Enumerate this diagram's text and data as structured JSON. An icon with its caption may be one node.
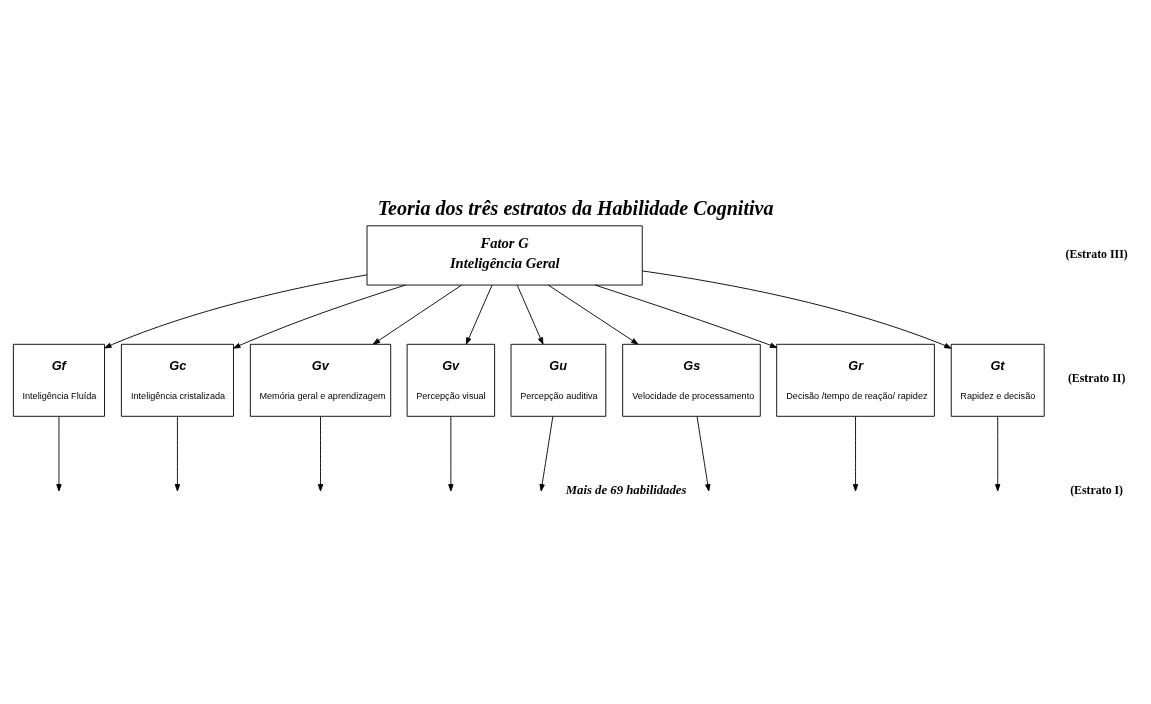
{
  "diagram": {
    "title": "Teoria dos três estratos da Habilidade Cognitiva",
    "nodes": [
      {
        "text": [
          "Fator G",
          "Inteligência Geral"
        ]
      },
      {
        "text": [
          "Gf",
          "Inteligência Fluída"
        ]
      },
      {
        "text": [
          "Gc",
          "Inteligência cristalizada"
        ]
      },
      {
        "text": [
          "Gv",
          "Memória geral e aprendizagem"
        ]
      },
      {
        "text": [
          "Gv",
          "Percepção visual"
        ]
      },
      {
        "text": [
          "Gu",
          "Percepção auditiva"
        ]
      },
      {
        "text": [
          "Gs",
          "Velocidade de processamento"
        ]
      },
      {
        "text": [
          "Gr",
          "Decisão /tempo de reação/ rapidez"
        ]
      },
      {
        "text": [
          "Gt",
          "Rapidez e decisão"
        ]
      }
    ],
    "edges": [
      {
        "from": 0,
        "to": 1,
        "arrow": "to"
      },
      {
        "from": 0,
        "to": 2,
        "arrow": "to"
      },
      {
        "from": 0,
        "to": 3,
        "arrow": "to"
      },
      {
        "from": 0,
        "to": 4,
        "arrow": "to"
      },
      {
        "from": 0,
        "to": 5,
        "arrow": "to"
      },
      {
        "from": 0,
        "to": 6,
        "arrow": "to"
      },
      {
        "from": 0,
        "to": 7,
        "arrow": "to"
      },
      {
        "from": 0,
        "to": 8,
        "arrow": "to"
      },
      {
        "from": 1,
        "to": null,
        "arrow": "to"
      },
      {
        "from": 2,
        "to": null,
        "arrow": "to"
      },
      {
        "from": 3,
        "to": null,
        "arrow": "to"
      },
      {
        "from": 4,
        "to": null,
        "arrow": "to"
      },
      {
        "from": 5,
        "to": null,
        "arrow": "to"
      },
      {
        "from": 6,
        "to": null,
        "arrow": "to"
      },
      {
        "from": 7,
        "to": null,
        "arrow": "to"
      },
      {
        "from": 8,
        "to": null,
        "arrow": "to"
      }
    ],
    "labels": [
      "(Estrato III)",
      "(Estrato II)",
      "(Estrato I)",
      "Mais de 69 habilidades"
    ]
  }
}
